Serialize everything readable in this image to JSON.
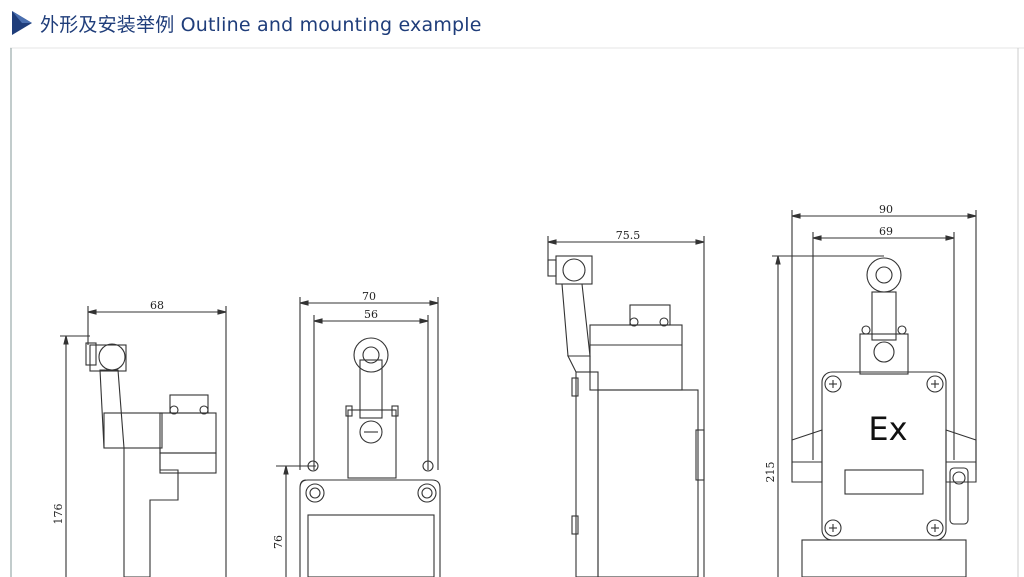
{
  "header": {
    "title": "外形及安装举例 Outline and mounting example",
    "accent": "#1f3d7a",
    "icon": "triangle-arrow-icon"
  },
  "views": [
    {
      "id": "view1",
      "dims": {
        "width": "68",
        "height": "176"
      }
    },
    {
      "id": "view2",
      "dims": {
        "outer": "70",
        "inner": "56",
        "height": "76"
      }
    },
    {
      "id": "view3",
      "dims": {
        "width": "75.5"
      }
    },
    {
      "id": "view4",
      "dims": {
        "outer": "90",
        "inner": "69",
        "height": "215"
      },
      "marking": "Ex"
    }
  ]
}
